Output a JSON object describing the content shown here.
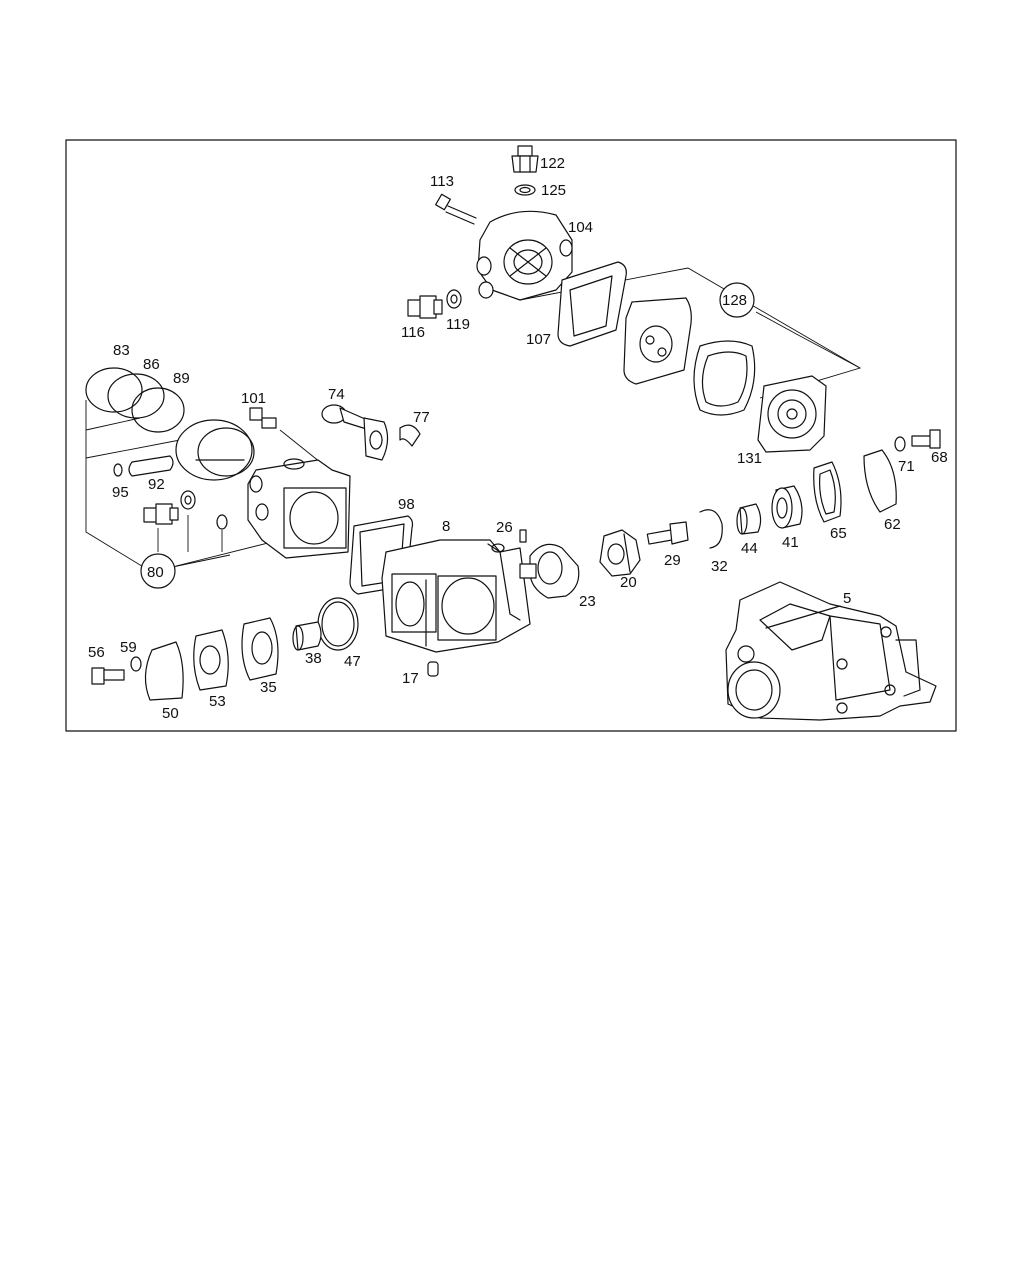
{
  "diagram": {
    "labels": {
      "p5": "5",
      "p8": "8",
      "p17": "17",
      "p20": "20",
      "p23": "23",
      "p26": "26",
      "p29": "29",
      "p32": "32",
      "p35": "35",
      "p38": "38",
      "p41": "41",
      "p44": "44",
      "p47": "47",
      "p50": "50",
      "p53": "53",
      "p56": "56",
      "p59": "59",
      "p62": "62",
      "p65": "65",
      "p68": "68",
      "p71": "71",
      "p74": "74",
      "p77": "77",
      "p80": "80",
      "p83": "83",
      "p86": "86",
      "p89": "89",
      "p92": "92",
      "p95": "95",
      "p98": "98",
      "p101": "101",
      "p104": "104",
      "p107": "107",
      "p113": "113",
      "p116": "116",
      "p119": "119",
      "p122": "122",
      "p125": "125",
      "p128": "128",
      "p131": "131"
    }
  }
}
